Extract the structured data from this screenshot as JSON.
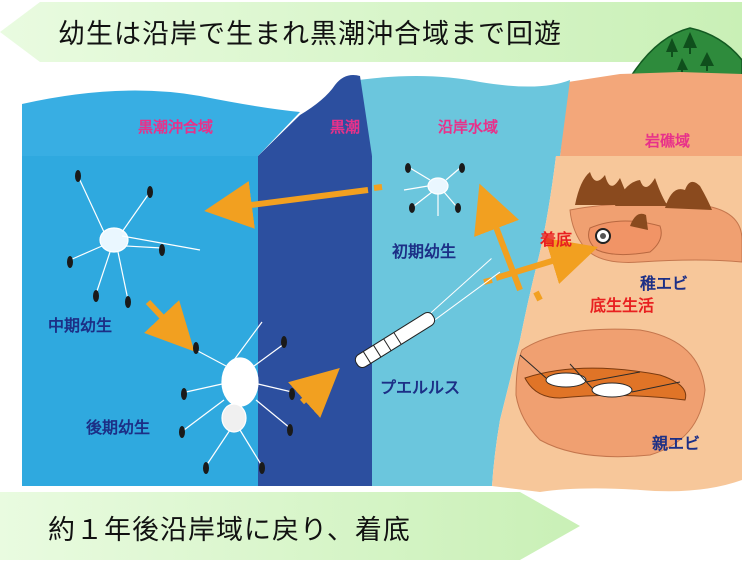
{
  "banner_top": "幼生は沿岸で生まれ黒潮沖合域まで回遊",
  "banner_bottom": "約１年後沿岸域に戻り、着底",
  "zones": {
    "offshore": "黒潮沖合域",
    "kuroshio": "黒潮",
    "coastal": "沿岸水域",
    "rocky": "岩礁域"
  },
  "stages": {
    "early_larva": "初期幼生",
    "middle_larva": "中期幼生",
    "late_larva": "後期幼生",
    "puerulus": "プエルルス",
    "juvenile": "稚エビ",
    "adult": "親エビ"
  },
  "events": {
    "settlement": "着底",
    "benthic_life": "底生生活"
  },
  "colors": {
    "banner": "#d9f5cc",
    "offshore": "#38aee3",
    "kuroshio": "#2c4f9f",
    "coastal": "#6bc6dd",
    "rocky": "#f3a77a",
    "shore": "#f7c79a",
    "arrow": "#f2a020",
    "zone_text": "#e8318a",
    "stage_text": "#1c2f86",
    "event_text": "#e82020"
  },
  "icons": [
    "phyllosoma-larva",
    "puerulus",
    "spiny-lobster",
    "seaweed",
    "mountain-with-trees"
  ]
}
